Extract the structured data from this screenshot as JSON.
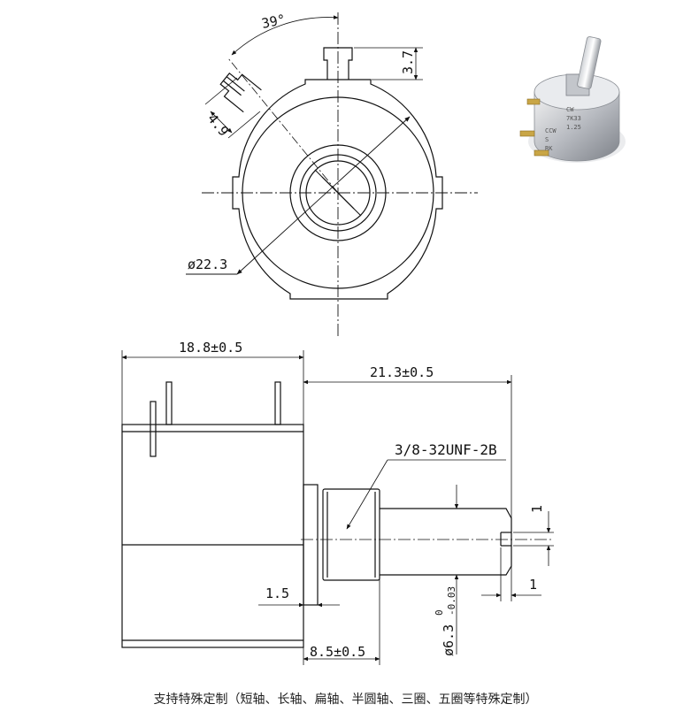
{
  "dimensions": {
    "angle": "39°",
    "tab_height": "3.7",
    "tab_width": "4.9",
    "diameter": "ø22.3",
    "body_length": "18.8±0.5",
    "shaft_length": "21.3±0.5",
    "thread_spec": "3/8-32UNF-2B",
    "flange": "1.5",
    "bushing_length": "8.5±0.5",
    "shaft_diameter_main": "ø6.3",
    "shaft_diameter_upper_tol": "0",
    "shaft_diameter_lower_tol": "-0.03",
    "flat_depth": "1",
    "flat_length": "1"
  },
  "photo_labels": [
    "CW",
    "7K33",
    "1.25",
    "CCW",
    "S",
    "RK"
  ],
  "caption": "支持特殊定制（短轴、长轴、扁轴、半圆轴、三圈、五圈等特殊定制）"
}
